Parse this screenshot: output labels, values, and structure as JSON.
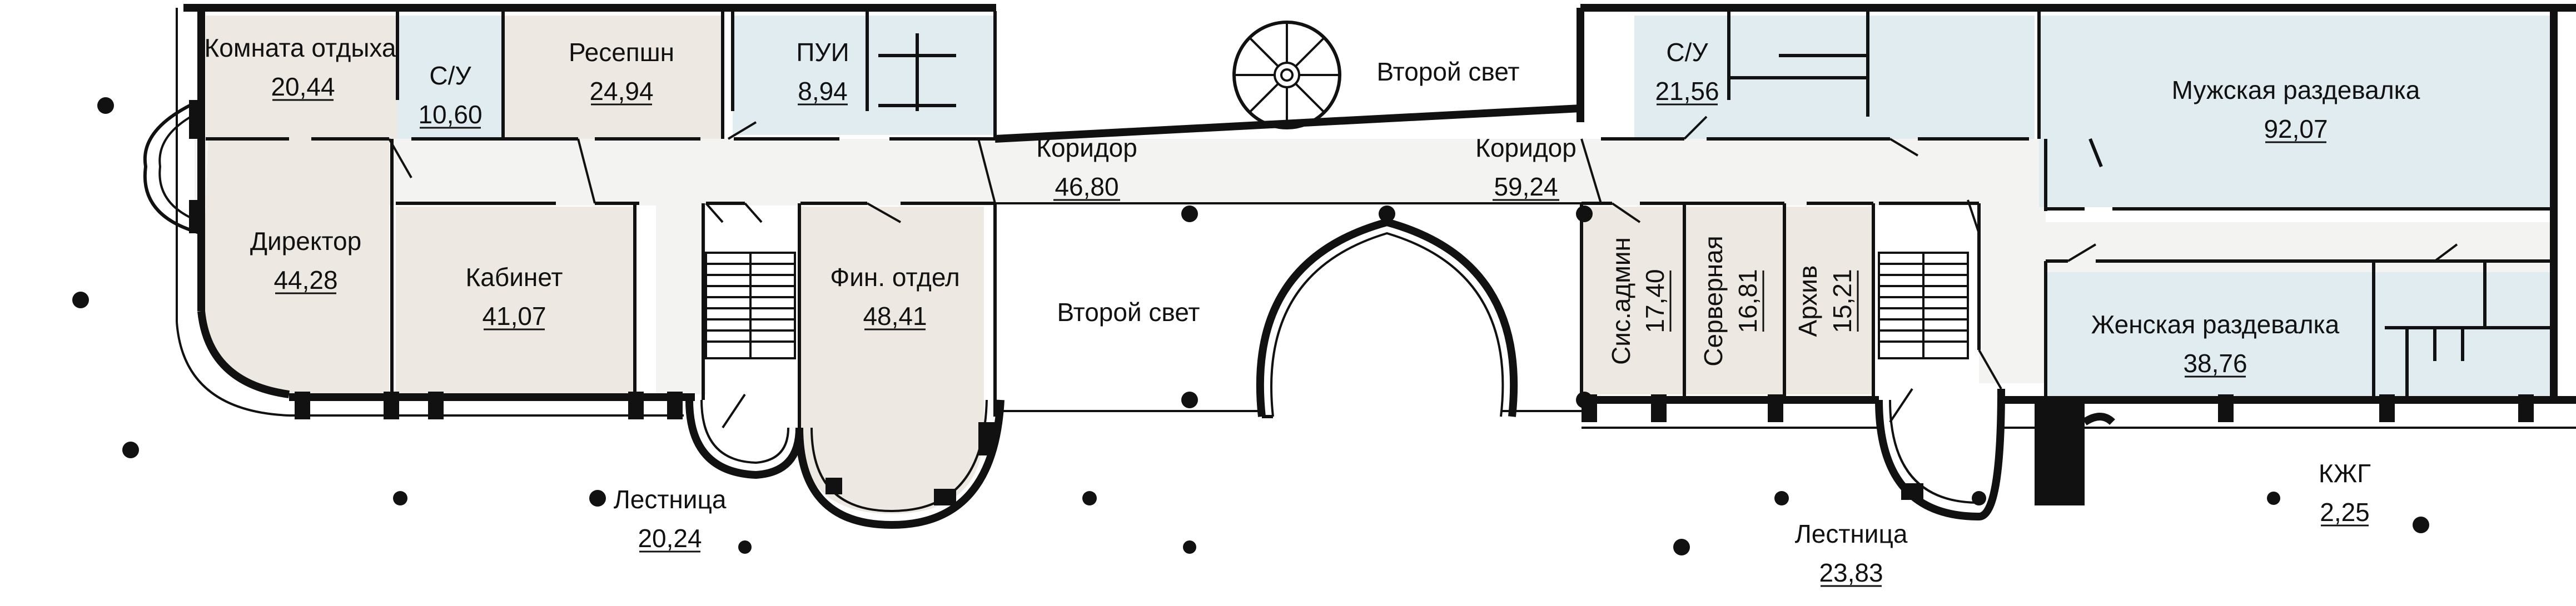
{
  "colors": {
    "beige_room": "#ede9e2",
    "blue_room": "#e1ecf0",
    "corridor": "#f3f3f1",
    "white_space": "#ffffff",
    "wall": "#111111"
  },
  "rooms": {
    "rest_room": {
      "name": "Комната отдыха",
      "area": "20,44"
    },
    "wc_left": {
      "name": "С/У",
      "area": "10,60"
    },
    "reception": {
      "name": "Ресепшн",
      "area": "24,94"
    },
    "pui": {
      "name": "ПУИ",
      "area": "8,94"
    },
    "director": {
      "name": "Директор",
      "area": "44,28"
    },
    "office": {
      "name": "Кабинет",
      "area": "41,07"
    },
    "finance": {
      "name": "Фин. отдел",
      "area": "48,41"
    },
    "corridor_left": {
      "name": "Коридор",
      "area": "46,80"
    },
    "corridor_right": {
      "name": "Коридор",
      "area": "59,24"
    },
    "second_light_top": {
      "name": "Второй свет"
    },
    "second_light_mid": {
      "name": "Второй свет"
    },
    "stairs_left": {
      "name": "Лестница",
      "area": "20,24"
    },
    "stairs_right": {
      "name": "Лестница",
      "area": "23,83"
    },
    "wc_right": {
      "name": "С/У",
      "area": "21,56"
    },
    "mens_locker": {
      "name": "Мужская раздевалка",
      "area": "92,07"
    },
    "womens_locker": {
      "name": "Женская раздевалка",
      "area": "38,76"
    },
    "sysadmin": {
      "name": "Сис.админ",
      "area": "17,40"
    },
    "server": {
      "name": "Серверная",
      "area": "16,81"
    },
    "archive": {
      "name": "Архив",
      "area": "15,21"
    },
    "kzhg": {
      "name": "КЖГ",
      "area": "2,25"
    }
  }
}
